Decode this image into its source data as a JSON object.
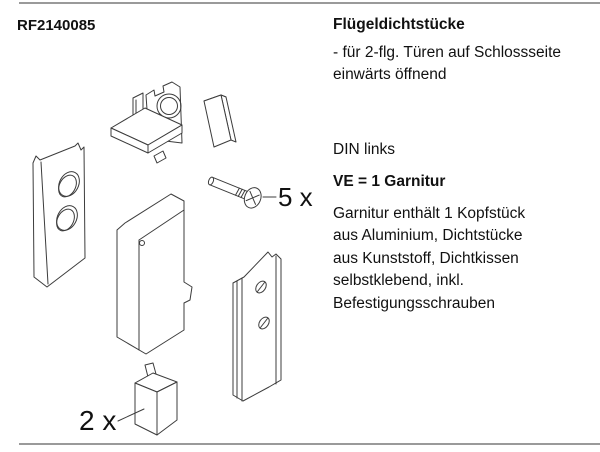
{
  "document": {
    "product_code": "RF2140085",
    "title": "Flügeldichtstücke",
    "subtitle_lines": [
      "- für 2-flg. Türen auf Schlossseite",
      "einwärts öffnend"
    ],
    "din_variant": "DIN links",
    "packaging_unit": "VE = 1 Garnitur",
    "description_lines": [
      "Garnitur enthält 1 Kopfstück",
      "aus Aluminium, Dichtstücke",
      "aus Kunststoff, Dichtkissen",
      "selbstklebend, inkl.",
      "Befestigungsschrauben"
    ]
  },
  "diagram": {
    "screw_quantity": "5 x",
    "block_quantity": "2 x"
  },
  "colors": {
    "line_art": "#3c3c3c",
    "rule": "#9a9a9a",
    "text": "#111111",
    "background": "#ffffff"
  }
}
